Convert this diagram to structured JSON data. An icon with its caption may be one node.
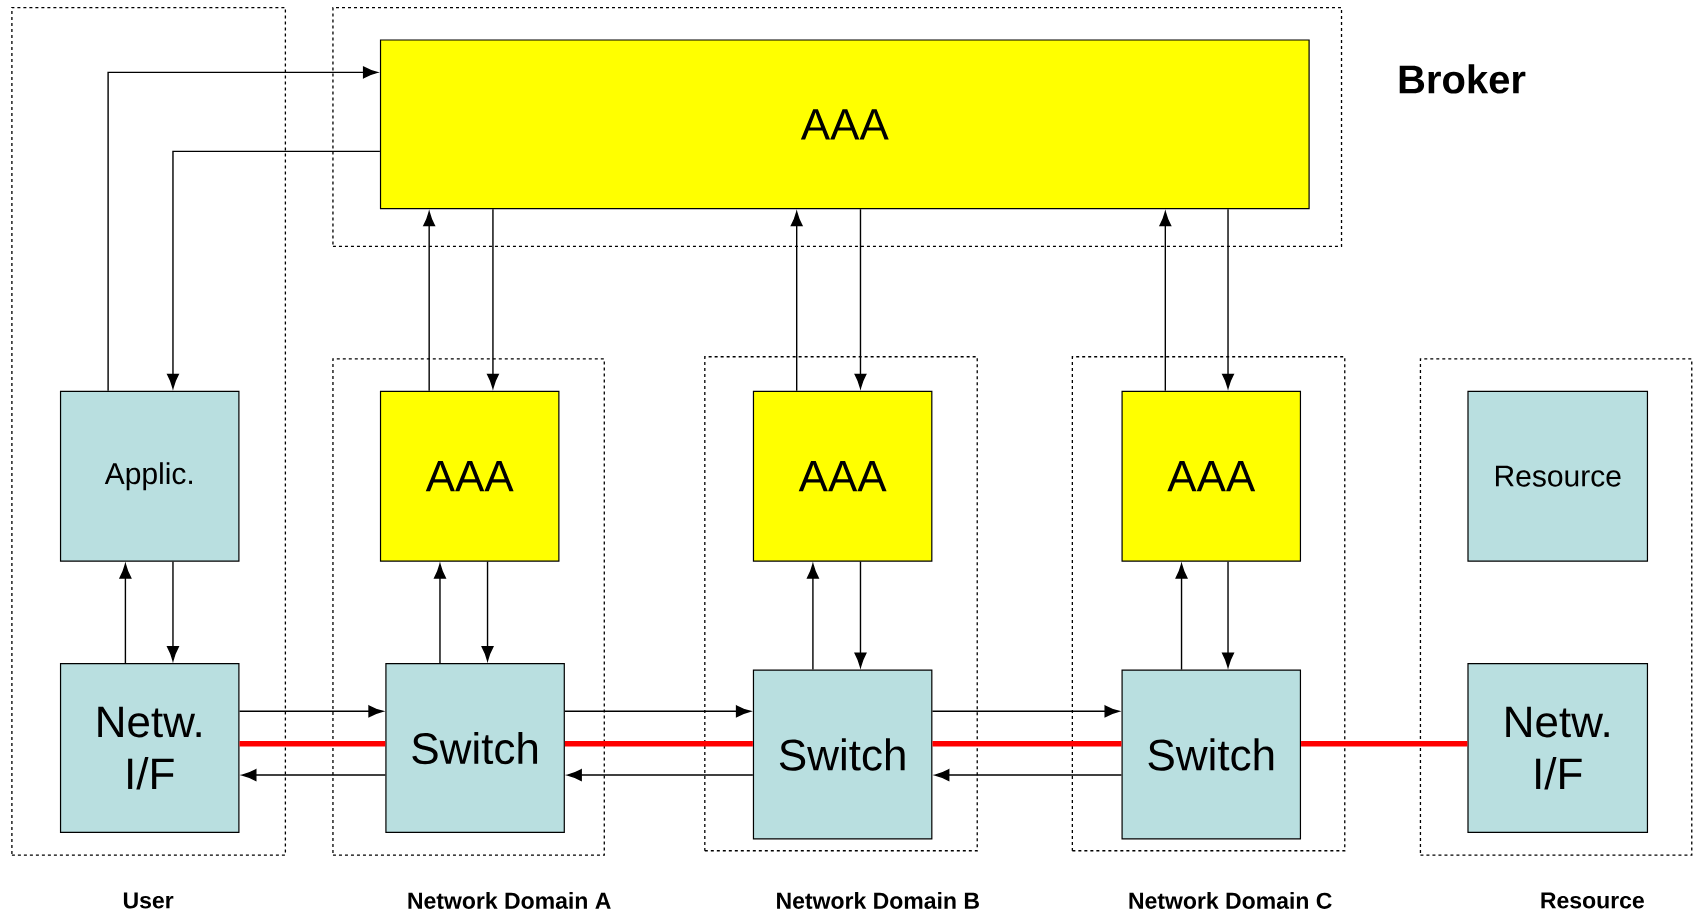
{
  "diagram": {
    "nodes": [
      {
        "text": [
          "Broker"
        ]
      },
      {
        "text": [
          "AAA"
        ],
        "in": 0
      },
      {
        "text": [
          "User"
        ]
      },
      {
        "text": [
          "Applic."
        ],
        "in": 2
      },
      {
        "text": [
          "Netw. I/F"
        ],
        "in": 2
      },
      {
        "text": [
          "Network Domain A"
        ]
      },
      {
        "text": [
          "AAA"
        ],
        "in": 5
      },
      {
        "text": [
          "Switch"
        ],
        "in": 5
      },
      {
        "text": [
          "Network Domain B"
        ]
      },
      {
        "text": [
          "AAA"
        ],
        "in": 8
      },
      {
        "text": [
          "Switch"
        ],
        "in": 8
      },
      {
        "text": [
          "Network Domain C"
        ]
      },
      {
        "text": [
          "AAA"
        ],
        "in": 11
      },
      {
        "text": [
          "Switch"
        ],
        "in": 11
      },
      {
        "text": [
          "Resource"
        ]
      },
      {
        "text": [
          "Resource"
        ],
        "in": 14
      },
      {
        "text": [
          "Netw. I/F"
        ],
        "in": 14
      }
    ],
    "edges": [
      {
        "from": 3,
        "to": 1,
        "arrow": "to"
      },
      {
        "from": 1,
        "to": 3,
        "arrow": "to"
      },
      {
        "from": 6,
        "to": 1,
        "arrow": "to"
      },
      {
        "from": 1,
        "to": 6,
        "arrow": "to"
      },
      {
        "from": 9,
        "to": 1,
        "arrow": "to"
      },
      {
        "from": 1,
        "to": 9,
        "arrow": "to"
      },
      {
        "from": 12,
        "to": 1,
        "arrow": "to"
      },
      {
        "from": 1,
        "to": 12,
        "arrow": "to"
      },
      {
        "from": 4,
        "to": 3,
        "arrow": "to"
      },
      {
        "from": 3,
        "to": 4,
        "arrow": "to"
      },
      {
        "from": 7,
        "to": 6,
        "arrow": "to"
      },
      {
        "from": 6,
        "to": 7,
        "arrow": "to"
      },
      {
        "from": 10,
        "to": 9,
        "arrow": "to"
      },
      {
        "from": 9,
        "to": 10,
        "arrow": "to"
      },
      {
        "from": 13,
        "to": 12,
        "arrow": "to"
      },
      {
        "from": 12,
        "to": 13,
        "arrow": "to"
      },
      {
        "from": 4,
        "to": 7,
        "arrow": "to"
      },
      {
        "from": 7,
        "to": 4,
        "arrow": "to"
      },
      {
        "from": 7,
        "to": 10,
        "arrow": "to"
      },
      {
        "from": 10,
        "to": 7,
        "arrow": "to"
      },
      {
        "from": 10,
        "to": 13,
        "arrow": "to"
      },
      {
        "from": 13,
        "to": 10,
        "arrow": "to"
      },
      {
        "from": 4,
        "to": 7,
        "arrow": "none",
        "style": "thick",
        "color": "#ff0000"
      },
      {
        "from": 7,
        "to": 10,
        "arrow": "none",
        "style": "thick",
        "color": "#ff0000"
      },
      {
        "from": 10,
        "to": 13,
        "arrow": "none",
        "style": "thick",
        "color": "#ff0000"
      },
      {
        "from": 13,
        "to": 16,
        "arrow": "none",
        "style": "thick",
        "color": "#ff0000"
      }
    ]
  }
}
